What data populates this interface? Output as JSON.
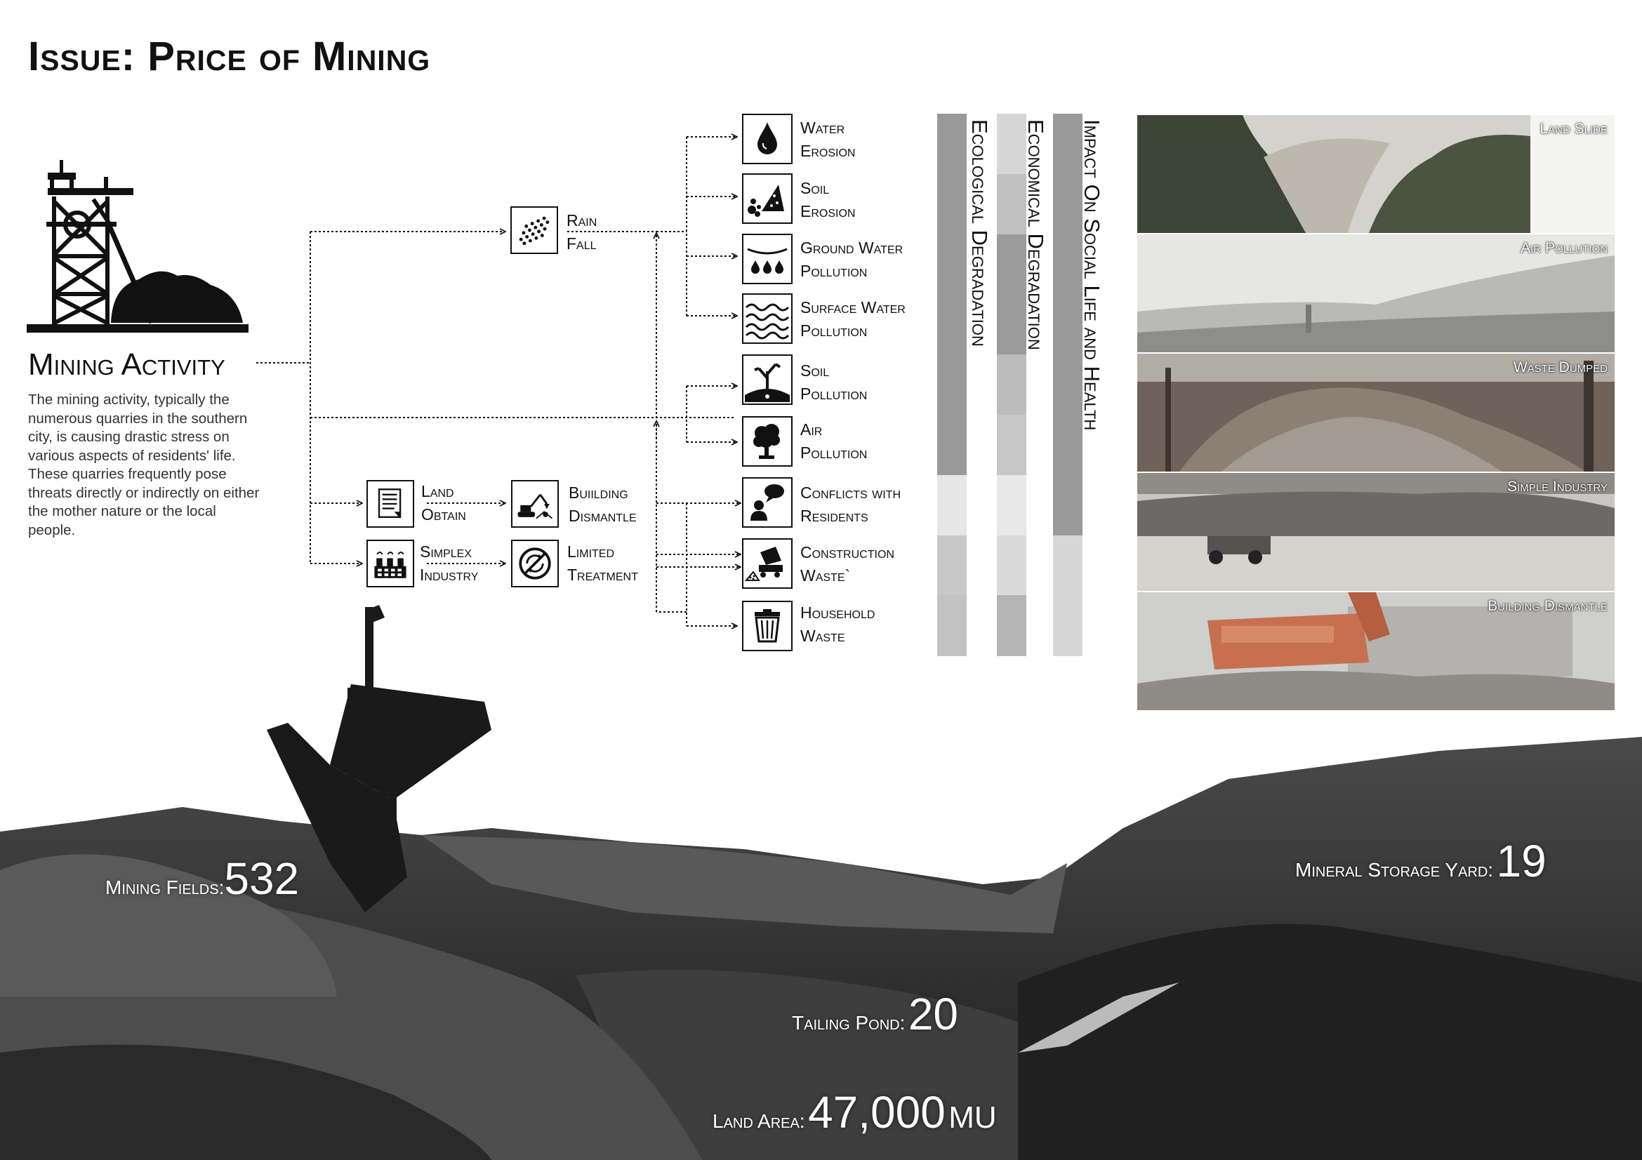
{
  "title": "Issue: Price of Mining",
  "activity": {
    "title": "Mining Activity",
    "description": "The mining activity, typically the numerous quarries in the southern city, is causing drastic stress on various aspects of residents' life. These quarries frequently pose threats directly or indirectly on either the mother nature or the local people."
  },
  "causes": [
    {
      "line1": "Rain",
      "line2": "Fall",
      "icon": "rain-icon"
    },
    {
      "line1": "Land",
      "line2": "Obtain",
      "icon": "document-icon"
    },
    {
      "line1": "Simplex",
      "line2": "Industry",
      "icon": "factory-icon"
    },
    {
      "line1": "Buiilding",
      "line2": "Dismantle",
      "icon": "excavator-icon"
    },
    {
      "line1": "Limited",
      "line2": "Treatment",
      "icon": "no-recycle-icon"
    }
  ],
  "impacts": [
    {
      "line1": "Water",
      "line2": "Erosion",
      "icon": "water-drop-icon"
    },
    {
      "line1": "Soil",
      "line2": "Erosion",
      "icon": "soil-erosion-icon"
    },
    {
      "line1": "Ground Water",
      "line2": "Pollution",
      "icon": "ground-water-icon"
    },
    {
      "line1": "Surface Water",
      "line2": "Pollution",
      "icon": "waves-icon"
    },
    {
      "line1": "Soil",
      "line2": "Pollution",
      "icon": "dead-tree-icon"
    },
    {
      "line1": "Air",
      "line2": "Pollution",
      "icon": "smoke-icon"
    },
    {
      "line1": "Conflicts with",
      "line2": "Residents",
      "icon": "speech-person-icon"
    },
    {
      "line1": "Construction",
      "line2": "Waste`",
      "icon": "dump-truck-icon"
    },
    {
      "line1": "Household",
      "line2": "Waste",
      "icon": "trash-bin-icon"
    }
  ],
  "categories": [
    {
      "label": "Ecological Degradation",
      "shades": [
        "#999999",
        "#999999",
        "#999999",
        "#999999",
        "#999999",
        "#999999",
        "#e6e6e6",
        "#c8c8c8",
        "#c2c2c2"
      ]
    },
    {
      "label": "Economical Degradation",
      "shades": [
        "#d6d6d6",
        "#c0c0c0",
        "#9b9b9b",
        "#9b9b9b",
        "#bcbcbc",
        "#c6c6c6",
        "#e8e8e8",
        "#dadada",
        "#b4b4b4"
      ]
    },
    {
      "label": "Impact On Social Life and Health",
      "shades": [
        "#9a9a9a",
        "#9a9a9a",
        "#9a9a9a",
        "#9a9a9a",
        "#9a9a9a",
        "#9a9a9a",
        "#9a9a9a",
        "#d6d6d6",
        "#d6d6d6"
      ]
    }
  ],
  "photos": [
    {
      "label": "Land Slide"
    },
    {
      "label": "Air Pollution"
    },
    {
      "label": "Waste Dumped"
    },
    {
      "label": "Simple Industry"
    },
    {
      "label": "Building Dismantle"
    }
  ],
  "stats": {
    "mining_fields": {
      "label": "Mining Fields:",
      "value": "532"
    },
    "storage_yard": {
      "label": "Mineral Storage Yard:",
      "value": "19"
    },
    "tailing_pond": {
      "label": "Tailing Pond:",
      "value": "20"
    },
    "land_area": {
      "label": "Land Area:",
      "value": "47,000",
      "unit": "MU"
    }
  }
}
